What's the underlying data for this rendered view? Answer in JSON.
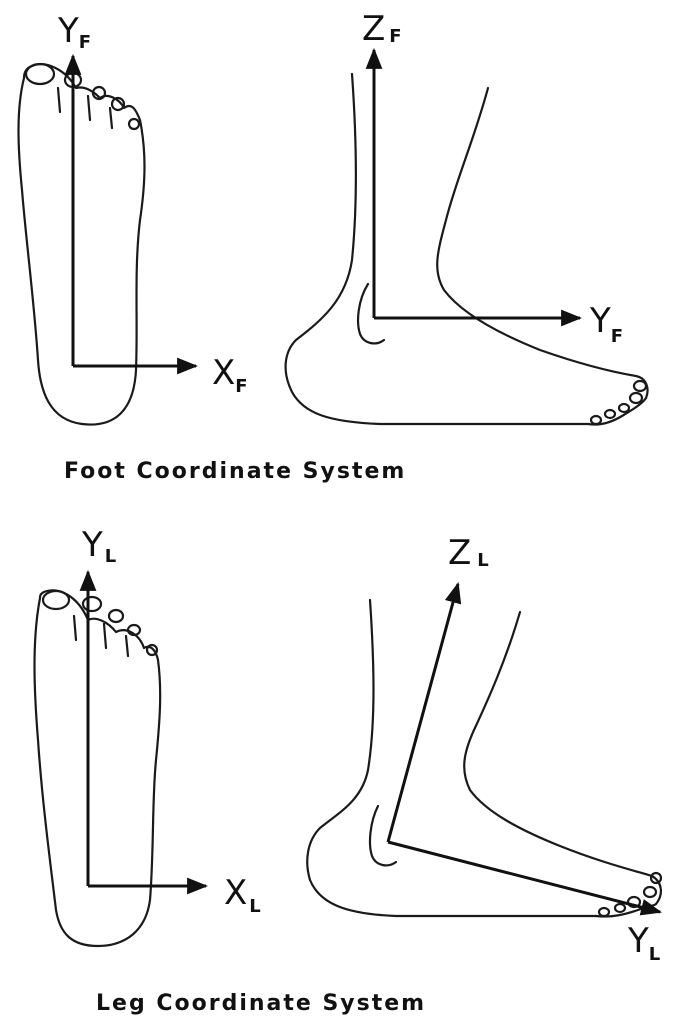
{
  "foot_panel": {
    "top_view": {
      "vertical_axis": {
        "main": "Y",
        "sub": "F"
      },
      "horizontal_axis": {
        "main": "X",
        "sub": "F"
      }
    },
    "side_view": {
      "vertical_axis": {
        "main": "Z",
        "sub": "F"
      },
      "horizontal_axis": {
        "main": "Y",
        "sub": "F"
      }
    },
    "caption": "Foot Coordinate System"
  },
  "leg_panel": {
    "top_view": {
      "vertical_axis": {
        "main": "Y",
        "sub": "L"
      },
      "horizontal_axis": {
        "main": "X",
        "sub": "L"
      }
    },
    "side_view": {
      "tilted_axis": {
        "main": "Z",
        "sub": "L"
      },
      "horizontal_axis": {
        "main": "Y",
        "sub": "L"
      }
    },
    "caption": "Leg Coordinate System"
  },
  "colors": {
    "ink": "#111111",
    "background": "#ffffff"
  }
}
